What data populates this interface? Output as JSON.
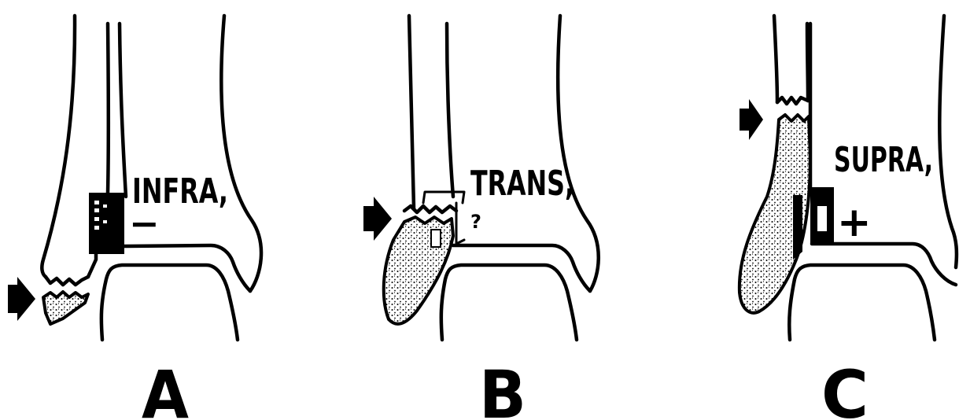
{
  "panels": [
    {
      "letter": "A",
      "level_label": "INFRA,",
      "sign": "−"
    },
    {
      "letter": "B",
      "level_label": "TRANS,",
      "sign": "?"
    },
    {
      "letter": "C",
      "level_label": "SUPRA,",
      "sign": "+"
    }
  ],
  "colors": {
    "ink": "#000000",
    "background": "#ffffff"
  },
  "icons": {
    "arrow": "black-arrow-icon"
  }
}
